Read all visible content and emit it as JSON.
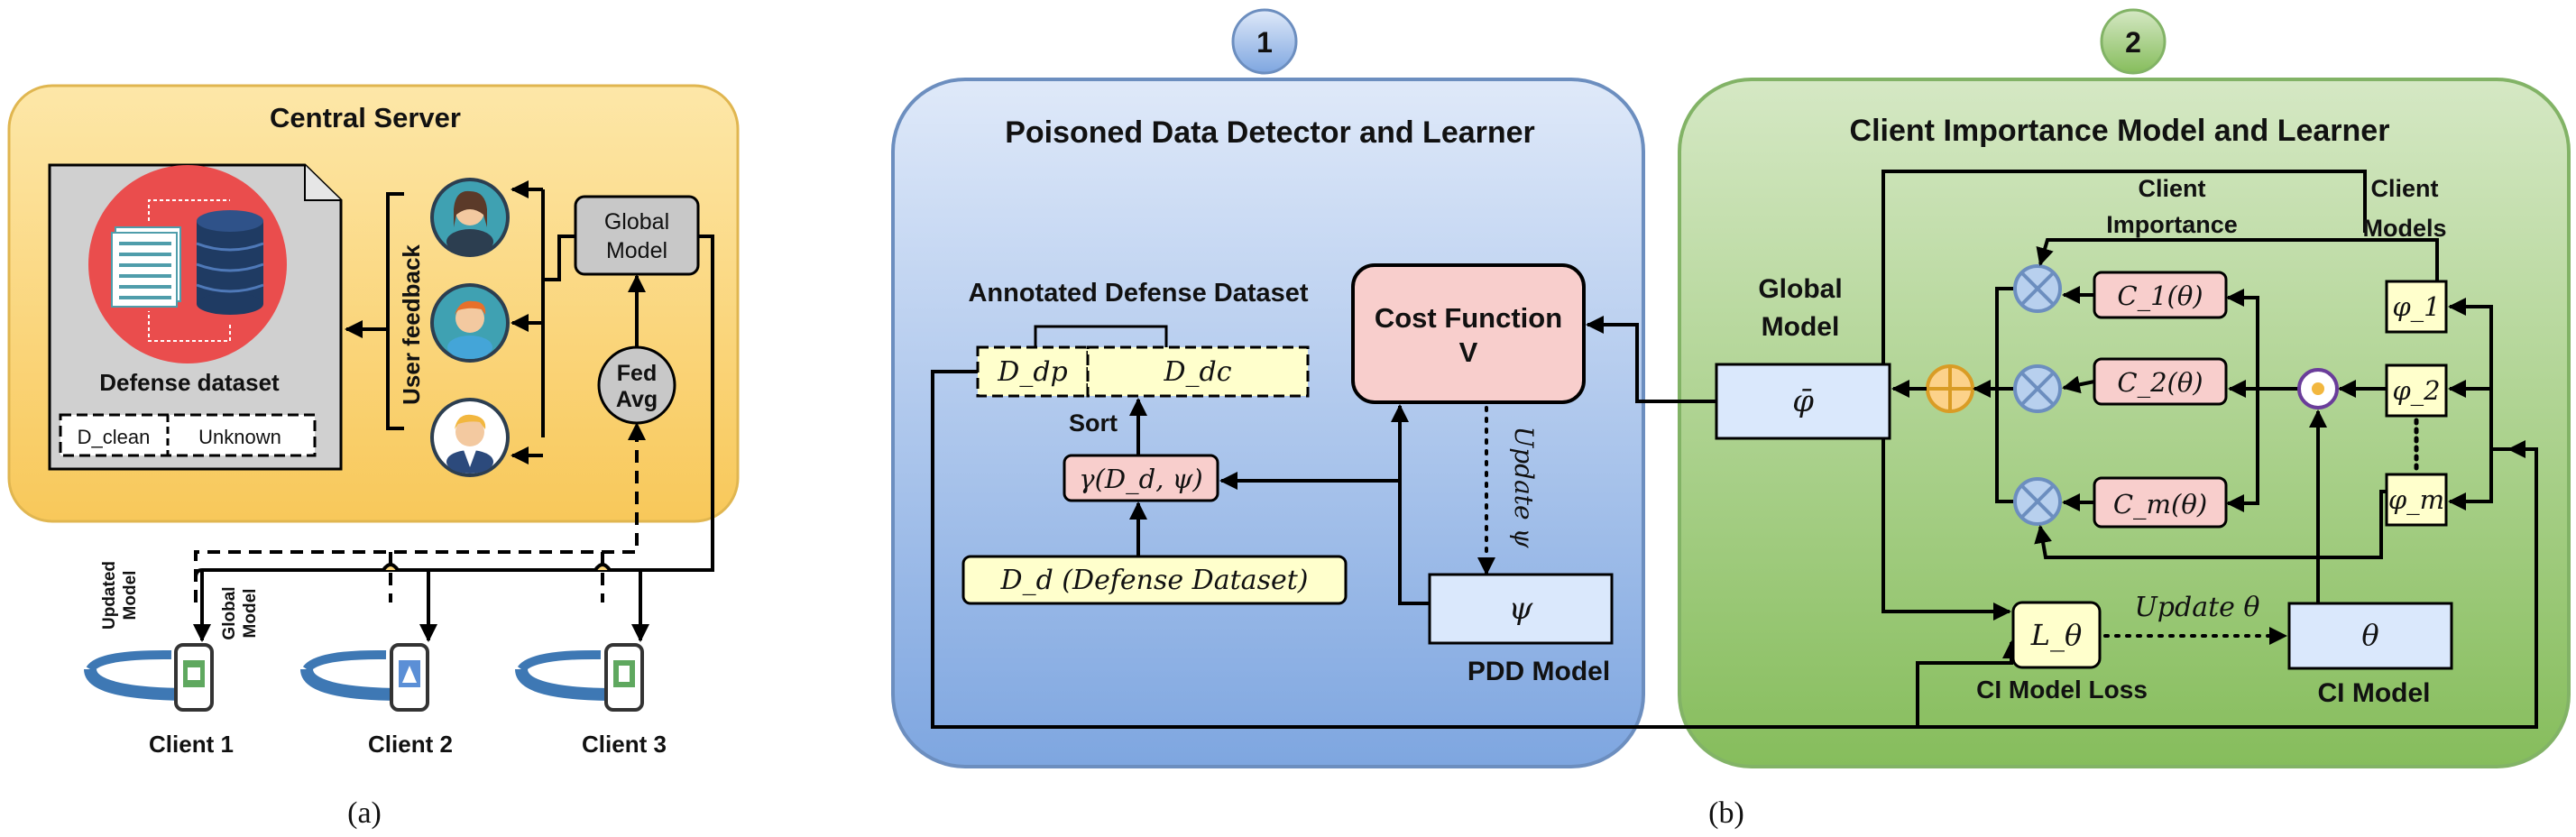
{
  "panel_a": {
    "server_title": "Central Server",
    "dataset_label": "Defense dataset",
    "d_clean": "D_clean",
    "unknown": "Unknown",
    "user_feedback": "User feedback",
    "global_model": [
      "Global",
      "Model"
    ],
    "fed_avg": [
      "Fed",
      "Avg"
    ],
    "updated_model": [
      "Updated",
      "Model"
    ],
    "global_model_edge": [
      "Global",
      "Model"
    ],
    "clients": [
      "Client 1",
      "Client 2",
      "Client 3"
    ],
    "caption": "(a)"
  },
  "panel_b": {
    "badge1": "1",
    "badge2": "2",
    "pdd_title": "Poisoned Data Detector and Learner",
    "ci_title": "Client Importance Model and Learner",
    "annotated": "Annotated Defense Dataset",
    "ddp": "D_dp",
    "ddc": "D_dc",
    "sort": "Sort",
    "gamma": "γ(D_d, ψ)",
    "dd": "D_d (Defense Dataset)",
    "cost": [
      "Cost Function",
      "V"
    ],
    "update_psi": "Update ψ",
    "psi": "ψ",
    "pdd_model": "PDD Model",
    "global_model": [
      "Global",
      "Model"
    ],
    "phi_bar": "φ̄",
    "client_importance": [
      "Client",
      "Importance"
    ],
    "client_models": [
      "Client",
      "Models"
    ],
    "c1": "C_1(θ)",
    "c2": "C_2(θ)",
    "cm": "C_m(θ)",
    "phi1": "φ_1",
    "phi2": "φ_2",
    "phim": "φ_m",
    "loss": "L_θ",
    "update_theta": "Update θ",
    "theta": "θ",
    "ci_loss": "CI Model Loss",
    "ci_model": "CI Model",
    "caption": "(b)"
  },
  "colors": {
    "server_fill": "#fbd57a",
    "server_stroke": "#e0b650",
    "pdd_fill": "#aac6ee",
    "pdd_stroke": "#6c8ebf",
    "ci_fill": "#a9d18e",
    "ci_stroke": "#82b366",
    "pink": "#f8cecc",
    "lightblue": "#dae8fc",
    "cream": "#ffffcc",
    "gray": "#c8c8c8",
    "doc": "#d0d0d0"
  }
}
